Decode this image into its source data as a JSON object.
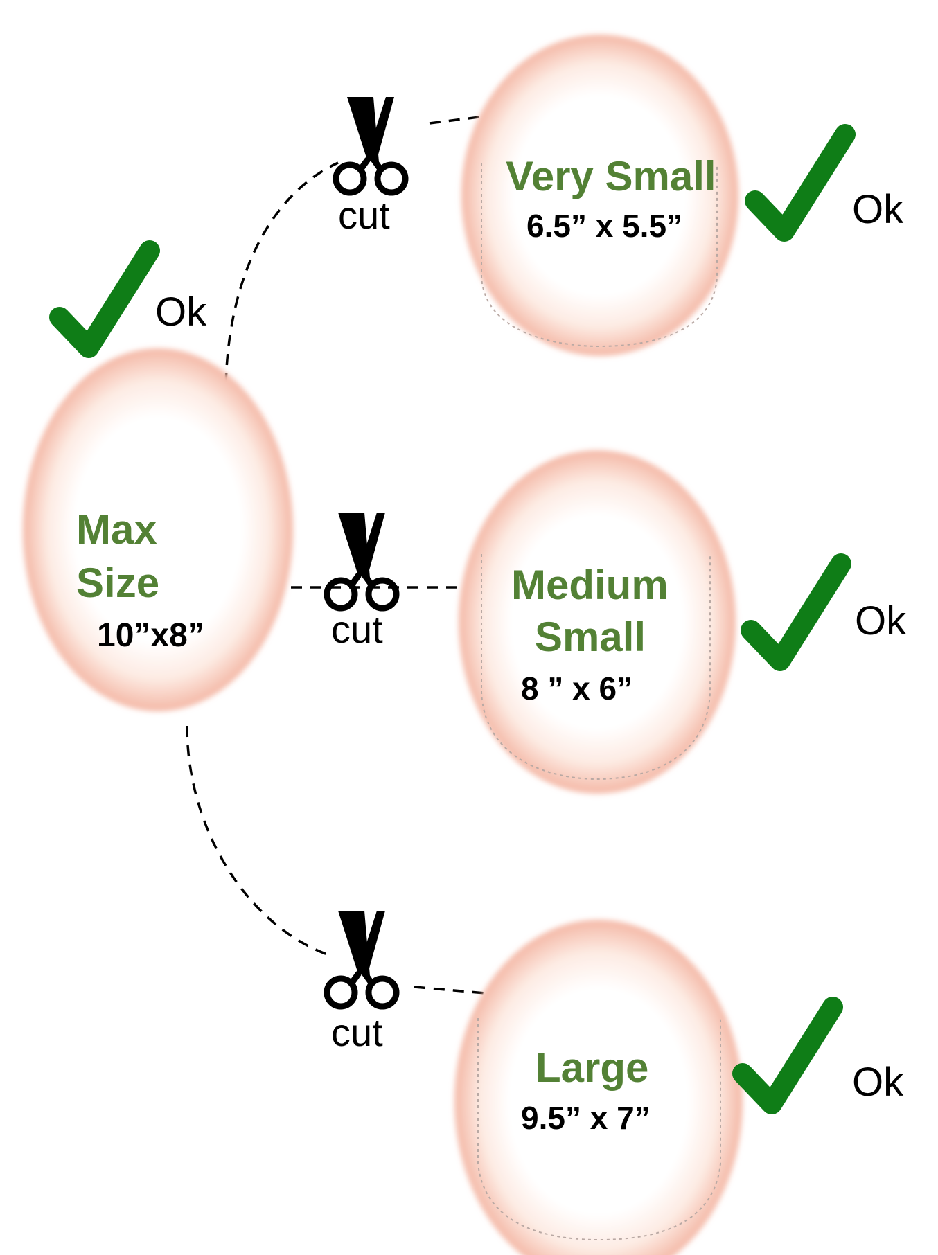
{
  "colors": {
    "label_green": "#538135",
    "check_green": "#0f7d17",
    "cushion_edge": "#f2b3a2"
  },
  "max": {
    "line1": "Max",
    "line2": "Size",
    "dims": "10”x8”",
    "ok": "Ok"
  },
  "very_small": {
    "name": "Very Small",
    "dims": "6.5” x 5.5”",
    "ok": "Ok"
  },
  "medium_small": {
    "line1": "Medium",
    "line2": "Small",
    "dims": "8 ” x  6”",
    "ok": "Ok"
  },
  "large": {
    "name": "Large",
    "dims": "9.5” x 7”",
    "ok": "Ok"
  },
  "cut_top": "cut",
  "cut_mid": "cut",
  "cut_bottom": "cut",
  "icons": [
    "scissors-icon",
    "checkmark-icon"
  ]
}
